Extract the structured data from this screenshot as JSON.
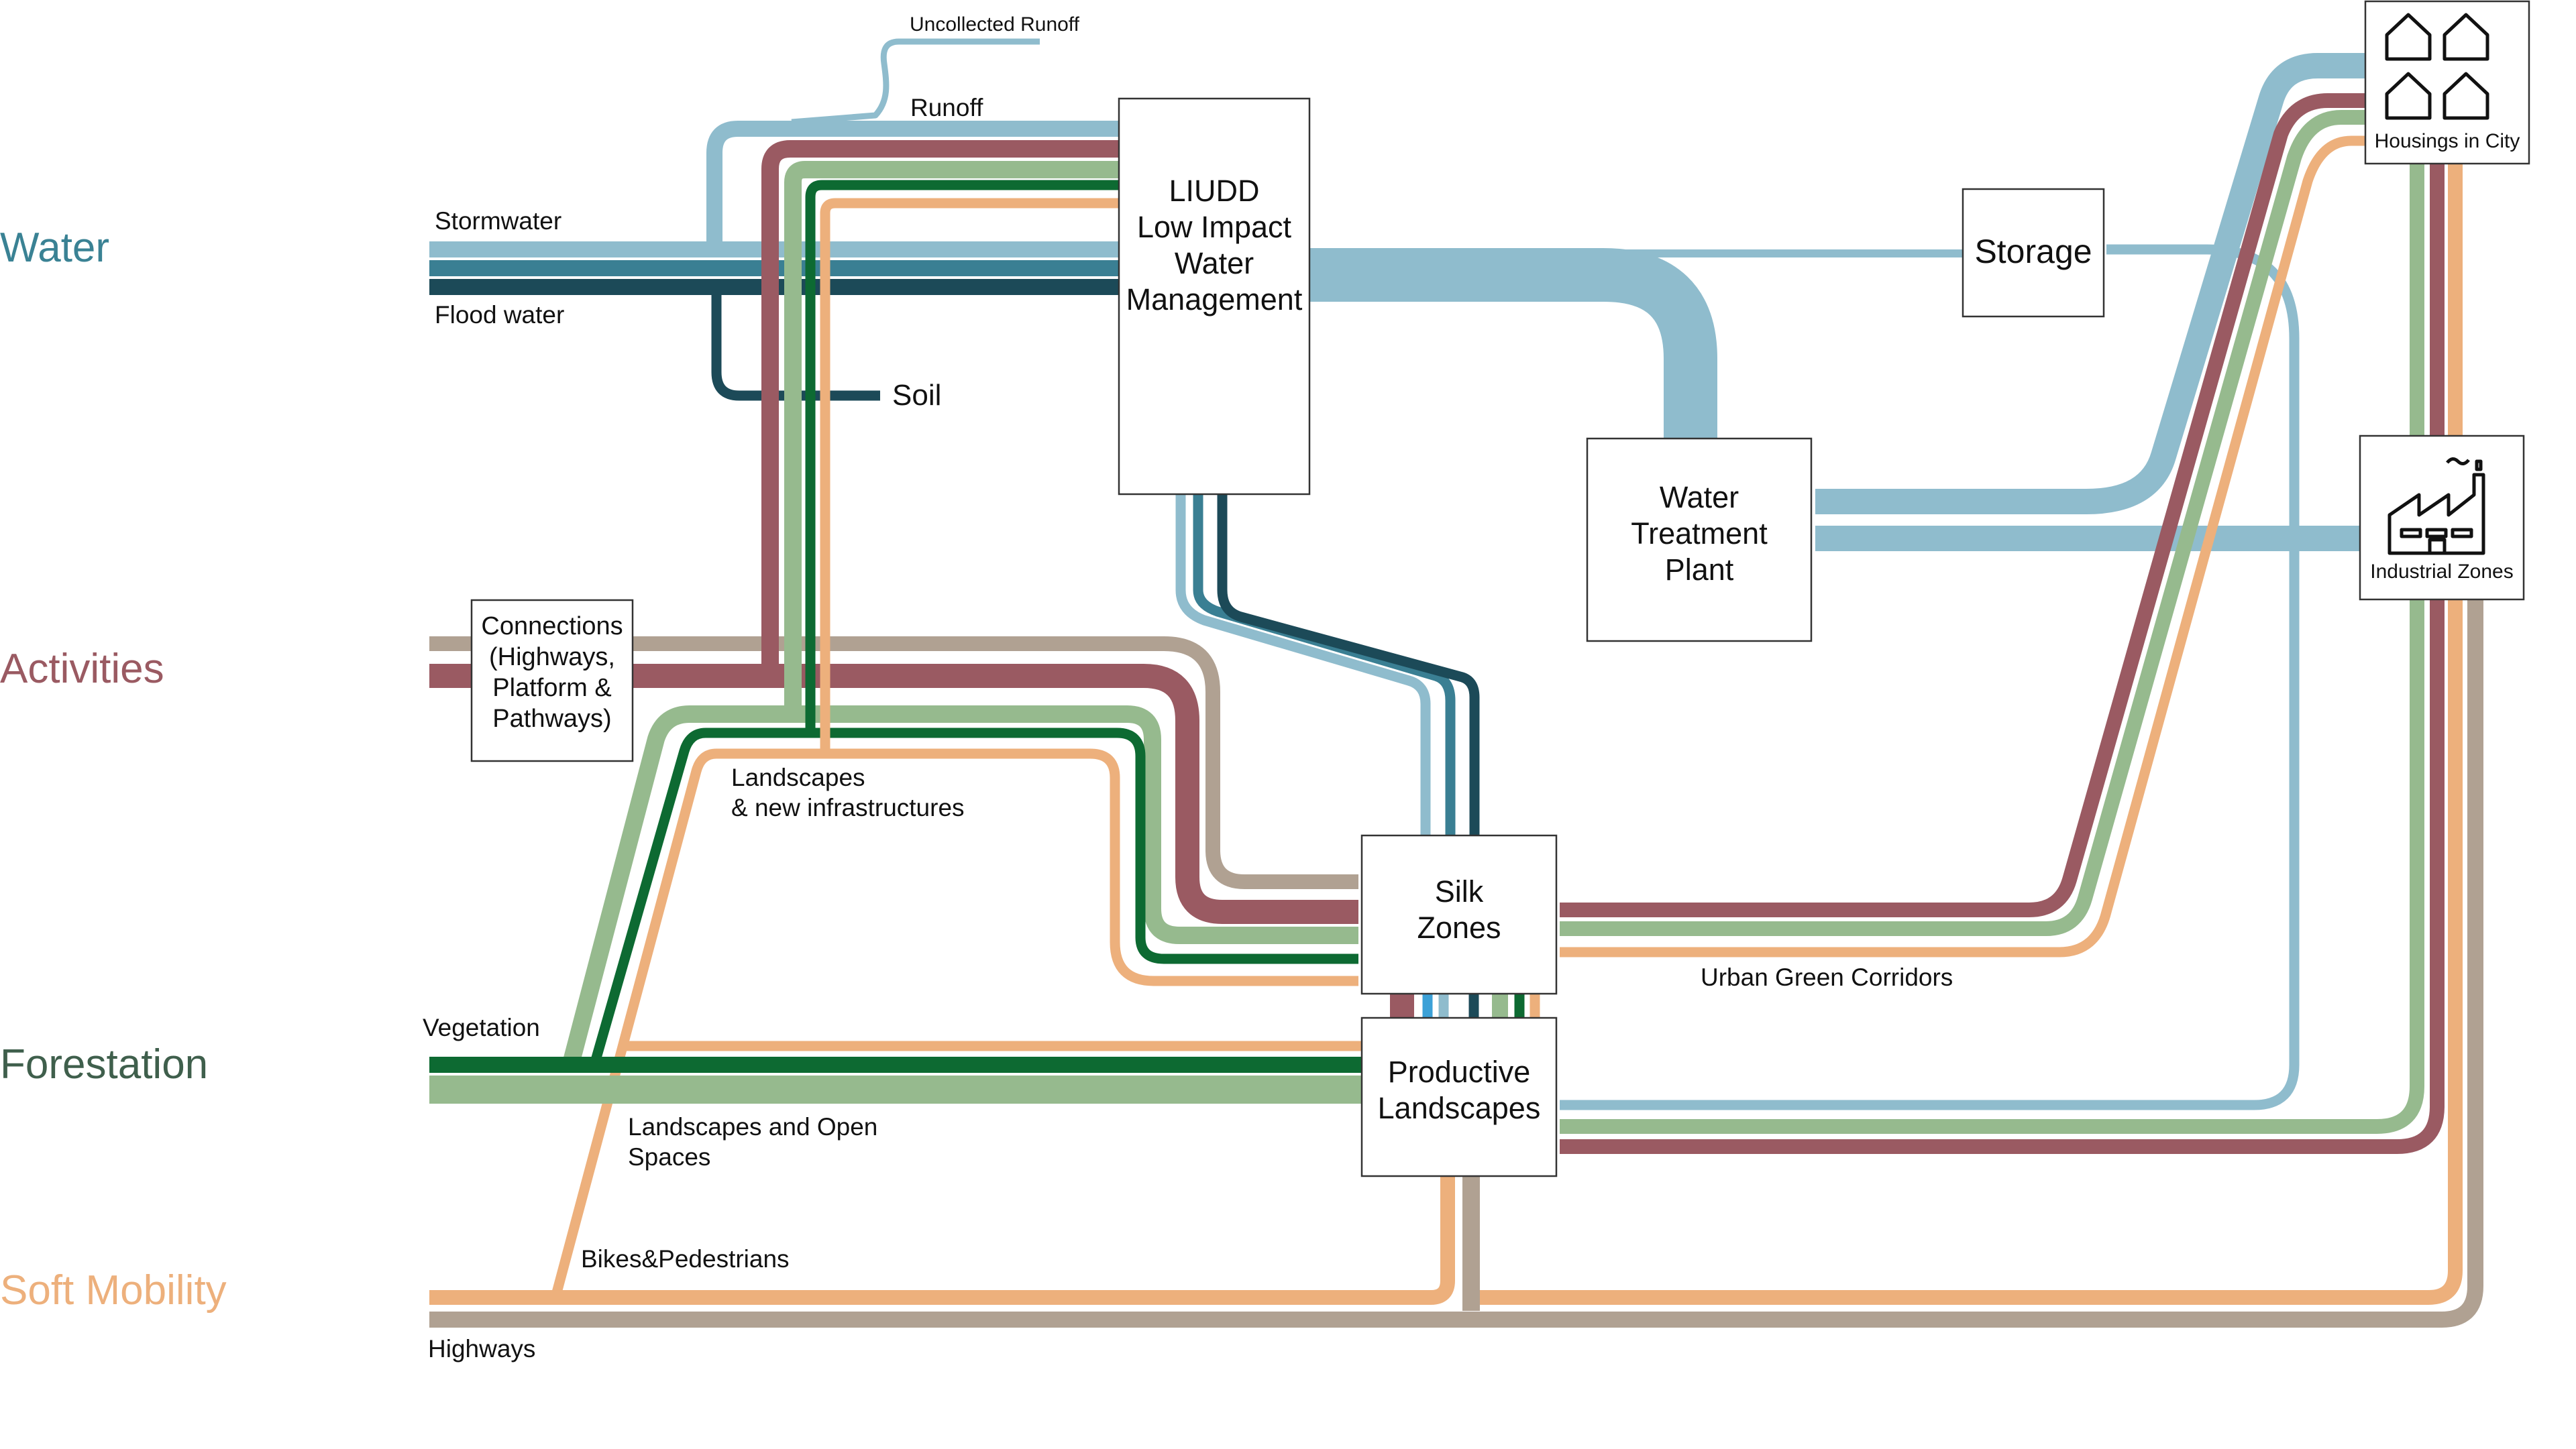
{
  "colors": {
    "water_light": "#8FBCCD",
    "water_mid": "#3A7F93",
    "water_dark": "#1C4A58",
    "activities": "#9A5A62",
    "activities_connections": "#B0A192",
    "forest_light": "#96BA8E",
    "forest_dark": "#0D6A32",
    "mobility": "#EDB07C",
    "highways": "#B0A192"
  },
  "categories": {
    "water": "Water",
    "activities": "Activities",
    "forestation": "Forestation",
    "soft_mobility": "Soft Mobility"
  },
  "nodes": {
    "liudd": [
      "LIUDD",
      "Low Impact",
      "Water",
      "Management"
    ],
    "storage": [
      "Storage"
    ],
    "water_treatment": [
      "Water",
      "Treatment",
      "Plant"
    ],
    "connections": [
      "Connections",
      "(Highways,",
      "Platform &",
      "Pathways)"
    ],
    "silk_zones": [
      "Silk",
      "Zones"
    ],
    "productive_landscapes": [
      "Productive",
      "Landscapes"
    ],
    "housings": "Housings in City",
    "industrial": "Industrial Zones"
  },
  "labels": {
    "uncollected_runoff": "Uncollected Runoff",
    "runoff": "Runoff",
    "stormwater": "Stormwater",
    "flood_water": "Flood water",
    "soil": "Soil",
    "landscapes_infra": [
      "Landscapes",
      "& new infrastructures"
    ],
    "urban_green_corridors": "Urban Green Corridors",
    "vegetation": "Vegetation",
    "landscapes_open_spaces": [
      "Landscapes and Open",
      "Spaces"
    ],
    "bikes_pedestrians": "Bikes&Pedestrians",
    "highways": "Highways"
  },
  "icons": {
    "housings": "houses-icon",
    "industrial": "factory-icon"
  }
}
